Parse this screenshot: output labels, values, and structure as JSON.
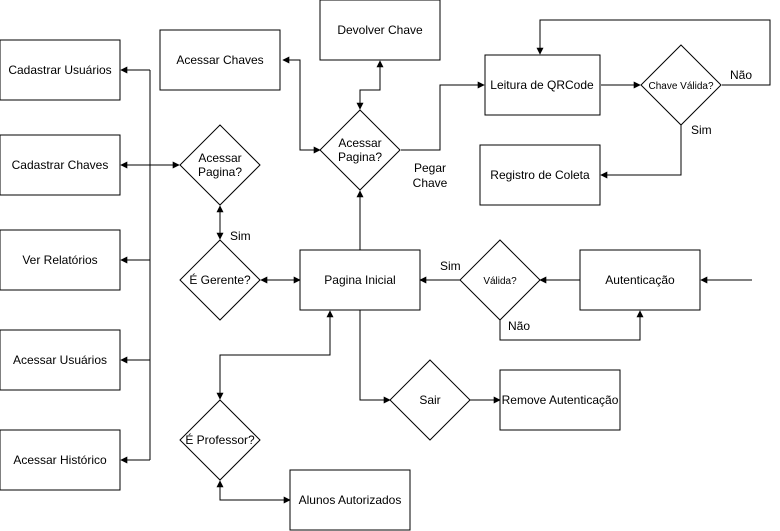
{
  "nodes": {
    "cadastrar_usuarios": "Cadastrar Usuários",
    "cadastrar_chaves": "Cadastrar Chaves",
    "ver_relatorios": "Ver Relatórios",
    "acessar_usuarios": "Acessar Usuários",
    "acessar_historico": "Acessar Histórico",
    "acessar_chaves": "Acessar Chaves",
    "devolver_chave": "Devolver Chave",
    "acessar_pagina_top": [
      "Acessar",
      "Pagina?"
    ],
    "acessar_pagina_left": [
      "Acessar",
      "Pagina?"
    ],
    "e_gerente": "É Gerente?",
    "pagina_inicial": "Pagina Inicial",
    "valida": "Válida?",
    "autenticacao": "Autenticação",
    "leitura_qrcode": "Leitura de QRCode",
    "chave_valida": "Chave Válida?",
    "registro_coleta": "Registro de Coleta",
    "sair": "Sair",
    "remove_autenticacao": "Remove Autenticação",
    "e_professor": "É Professor?",
    "alunos_autorizados": "Alunos Autorizados"
  },
  "edge_labels": {
    "sim_gerente": "Sim",
    "sim_valida": "Sim",
    "nao_valida": "Não",
    "sim_chave": "Sim",
    "nao_chave": "Não",
    "pegar_chave": [
      "Pegar",
      "Chave"
    ]
  }
}
